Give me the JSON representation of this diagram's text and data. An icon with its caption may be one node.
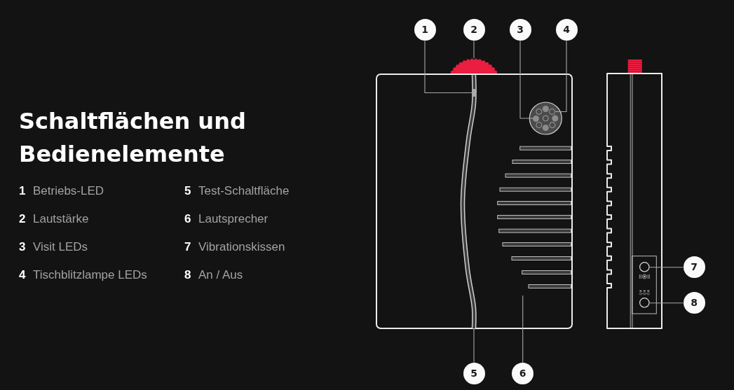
{
  "diagram": {
    "title": "Schaltflächen und Bedienelemente",
    "nodes": [
      {
        "text": [
          "1"
        ]
      },
      {
        "text": [
          "2"
        ]
      },
      {
        "text": [
          "3"
        ]
      },
      {
        "text": [
          "4"
        ]
      },
      {
        "text": [
          "5"
        ]
      },
      {
        "text": [
          "6"
        ]
      },
      {
        "text": [
          "7"
        ]
      },
      {
        "text": [
          "8"
        ]
      },
      {
        "text": [],
        "shape": "bar"
      },
      {
        "text": [],
        "shape": "bar",
        "in": 8
      },
      {
        "text": [],
        "shape": "semicircle"
      },
      {
        "text": [],
        "shape": "circle"
      },
      {
        "text": [],
        "shape": "circle"
      },
      {
        "text": [],
        "shape": "circle"
      },
      {
        "text": [],
        "shape": "circle"
      }
    ],
    "edges": [
      {
        "from": 0,
        "to": 9,
        "arrow": "none"
      },
      {
        "from": 1,
        "to": 10,
        "arrow": "none"
      },
      {
        "from": 2,
        "to": 11,
        "arrow": "none"
      },
      {
        "from": 3,
        "to": 12,
        "arrow": "none"
      },
      {
        "from": 4,
        "to": 8,
        "arrow": "none"
      },
      {
        "from": 5,
        "to": null,
        "arrow": "none"
      },
      {
        "from": 6,
        "to": 13,
        "arrow": "none"
      },
      {
        "from": 7,
        "to": 14,
        "arrow": "none"
      }
    ],
    "labels": [
      "1",
      "Betriebs-LED",
      "5",
      "Test-Schaltfläche",
      "2",
      "Lautstärke",
      "6",
      "Lautsprecher",
      "3",
      "Visit LEDs",
      "7",
      "Vibrationskissen",
      "4",
      "Tischblitzlampe LEDs",
      "8",
      "An / Aus"
    ]
  }
}
